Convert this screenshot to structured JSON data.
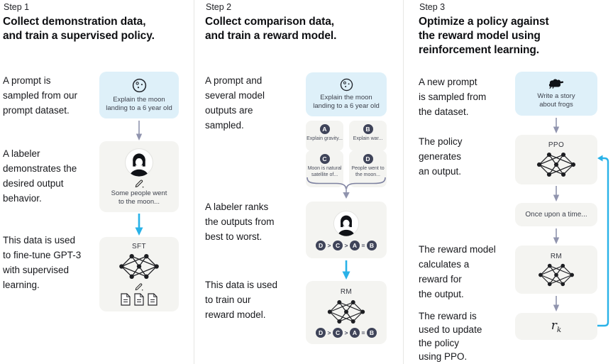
{
  "colors": {
    "box_blue": "#def0f9",
    "box_gray": "#f4f4f1",
    "badge_navy": "#3f4459",
    "accent_cyan": "#29b2e8",
    "arrow_gray": "#9094ae",
    "brace_gray": "#7d81a0",
    "divider_gray": "#e7e7e4"
  },
  "icons": {
    "moon": "moon-icon",
    "frog": "frog-icon",
    "labeler": "person-avatar-icon",
    "pencil": "pencil-icon",
    "network": "neural-network-icon",
    "documents": "documents-icon"
  },
  "steps": [
    {
      "label": "Step 1",
      "heading": "Collect demonstration data,\nand train a supervised policy.",
      "side_texts": [
        "A prompt is\nsampled from our\nprompt dataset.",
        "A labeler\ndemonstrates the\ndesired output\nbehavior.",
        "This data is used\nto fine-tune GPT-3\nwith supervised\nlearning."
      ],
      "flow": {
        "prompt_box": {
          "text": "Explain the moon\nlanding to a 6 year old"
        },
        "labeler_box": {
          "text": "Some people went\nto the moon..."
        },
        "model_box": {
          "title": "SFT"
        }
      }
    },
    {
      "label": "Step 2",
      "heading": "Collect comparison data,\nand train a reward model.",
      "side_texts": [
        "A prompt and\nseveral model\noutputs are\nsampled.",
        "A labeler ranks\nthe outputs from\nbest to worst.",
        "This data is used\nto train our\nreward model."
      ],
      "flow": {
        "prompt_box": {
          "text": "Explain the moon\nlanding to a 6 year old"
        },
        "outputs": [
          {
            "letter": "A",
            "text": "Explain gravity..."
          },
          {
            "letter": "B",
            "text": "Explain war..."
          },
          {
            "letter": "C",
            "text": "Moon is natural\nsatellite of..."
          },
          {
            "letter": "D",
            "text": "People went to\nthe moon..."
          }
        ],
        "ranking": {
          "letters": [
            "D",
            "C",
            "A",
            "B"
          ],
          "ops": [
            ">",
            ">",
            "="
          ]
        },
        "model_box": {
          "title": "RM"
        }
      }
    },
    {
      "label": "Step 3",
      "heading": "Optimize a policy against\nthe reward model using\nreinforcement learning.",
      "side_texts": [
        "A new prompt\nis sampled from\nthe dataset.",
        "The policy\ngenerates\nan output.",
        "The reward model\ncalculates a\nreward for\nthe output.",
        "The reward is\nused to update\nthe policy\nusing PPO."
      ],
      "flow": {
        "prompt_box": {
          "text": "Write a story\nabout frogs"
        },
        "ppo_box": {
          "title": "PPO"
        },
        "output_box": {
          "text": "Once upon a time..."
        },
        "rm_box": {
          "title": "RM"
        },
        "reward_box": {
          "base": "r",
          "sub": "k"
        }
      }
    }
  ]
}
